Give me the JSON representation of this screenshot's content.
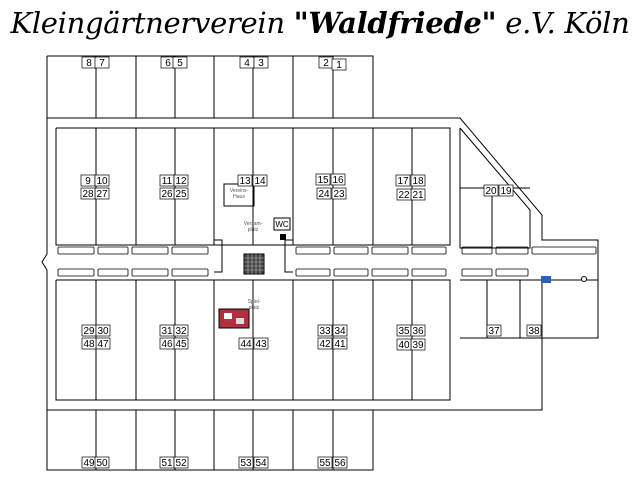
{
  "title": {
    "prefix": "Kleingärtnerverein ",
    "name": "\"Waldfriede\"",
    "suffix": " e.V. Köln"
  },
  "facilities": {
    "wc": "WC",
    "vereinshaus": "Vereins-\nHaus",
    "versammlungsplatz": "Versam-\nplatz",
    "spielplatz": "Spiel-\nplatz"
  },
  "colors": {
    "line": "#000000",
    "accent": "#2a62b8",
    "playground": "#b03040"
  },
  "plots": [
    {
      "id": "8",
      "label": "8"
    },
    {
      "id": "7",
      "label": "7"
    },
    {
      "id": "6",
      "label": "6"
    },
    {
      "id": "5",
      "label": "5"
    },
    {
      "id": "4",
      "label": "4"
    },
    {
      "id": "3",
      "label": "3"
    },
    {
      "id": "2",
      "label": "2"
    },
    {
      "id": "1",
      "label": "1"
    },
    {
      "id": "9",
      "label": "9"
    },
    {
      "id": "10",
      "label": "10"
    },
    {
      "id": "11",
      "label": "11"
    },
    {
      "id": "12",
      "label": "12"
    },
    {
      "id": "13",
      "label": "13"
    },
    {
      "id": "14",
      "label": "14"
    },
    {
      "id": "15",
      "label": "15"
    },
    {
      "id": "16",
      "label": "16"
    },
    {
      "id": "17",
      "label": "17"
    },
    {
      "id": "18",
      "label": "18"
    },
    {
      "id": "19",
      "label": "19"
    },
    {
      "id": "20",
      "label": "20"
    },
    {
      "id": "21",
      "label": "21"
    },
    {
      "id": "22",
      "label": "22"
    },
    {
      "id": "23",
      "label": "23"
    },
    {
      "id": "24",
      "label": "24"
    },
    {
      "id": "25",
      "label": "25"
    },
    {
      "id": "26",
      "label": "26"
    },
    {
      "id": "27",
      "label": "27"
    },
    {
      "id": "28",
      "label": "28"
    },
    {
      "id": "29",
      "label": "29"
    },
    {
      "id": "30",
      "label": "30"
    },
    {
      "id": "31",
      "label": "31"
    },
    {
      "id": "32",
      "label": "32"
    },
    {
      "id": "33",
      "label": "33"
    },
    {
      "id": "34",
      "label": "34"
    },
    {
      "id": "35",
      "label": "35"
    },
    {
      "id": "36",
      "label": "36"
    },
    {
      "id": "37",
      "label": "37"
    },
    {
      "id": "38",
      "label": "38"
    },
    {
      "id": "39",
      "label": "39"
    },
    {
      "id": "40",
      "label": "40"
    },
    {
      "id": "41",
      "label": "41"
    },
    {
      "id": "42",
      "label": "42"
    },
    {
      "id": "43",
      "label": "43"
    },
    {
      "id": "44",
      "label": "44"
    },
    {
      "id": "45",
      "label": "45"
    },
    {
      "id": "46",
      "label": "46"
    },
    {
      "id": "47",
      "label": "47"
    },
    {
      "id": "48",
      "label": "48"
    },
    {
      "id": "49",
      "label": "49"
    },
    {
      "id": "50",
      "label": "50"
    },
    {
      "id": "51",
      "label": "51"
    },
    {
      "id": "52",
      "label": "52"
    },
    {
      "id": "53",
      "label": "53"
    },
    {
      "id": "54",
      "label": "54"
    },
    {
      "id": "55",
      "label": "55"
    },
    {
      "id": "56",
      "label": "56"
    }
  ]
}
